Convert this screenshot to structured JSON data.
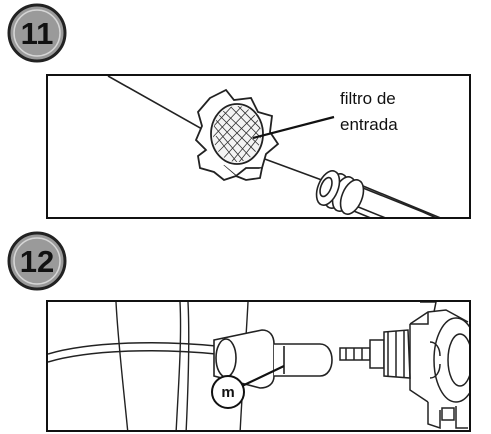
{
  "steps": [
    {
      "number": "11",
      "callout": {
        "line1": "filtro de",
        "line2": "entrada"
      }
    },
    {
      "number": "12",
      "marker": "m"
    }
  ]
}
